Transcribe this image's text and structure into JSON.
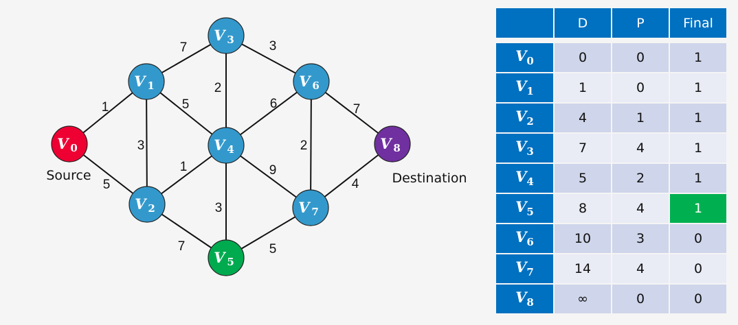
{
  "graph": {
    "nodes": [
      {
        "id": "V0",
        "label": "V",
        "sub": "0",
        "color": "#ee0033",
        "role": "source"
      },
      {
        "id": "V1",
        "label": "V",
        "sub": "1",
        "color": "#3399cc"
      },
      {
        "id": "V2",
        "label": "V",
        "sub": "2",
        "color": "#3399cc"
      },
      {
        "id": "V3",
        "label": "V",
        "sub": "3",
        "color": "#3399cc"
      },
      {
        "id": "V4",
        "label": "V",
        "sub": "4",
        "color": "#3399cc"
      },
      {
        "id": "V5",
        "label": "V",
        "sub": "5",
        "color": "#00aa4f"
      },
      {
        "id": "V6",
        "label": "V",
        "sub": "6",
        "color": "#3399cc"
      },
      {
        "id": "V7",
        "label": "V",
        "sub": "7",
        "color": "#3399cc"
      },
      {
        "id": "V8",
        "label": "V",
        "sub": "8",
        "color": "#7030a0",
        "role": "destination"
      }
    ],
    "edges": [
      {
        "from": "V0",
        "to": "V1",
        "weight": "1"
      },
      {
        "from": "V0",
        "to": "V2",
        "weight": "5"
      },
      {
        "from": "V1",
        "to": "V3",
        "weight": "7"
      },
      {
        "from": "V1",
        "to": "V2",
        "weight": "3"
      },
      {
        "from": "V1",
        "to": "V4",
        "weight": "5"
      },
      {
        "from": "V2",
        "to": "V4",
        "weight": "1"
      },
      {
        "from": "V2",
        "to": "V5",
        "weight": "7"
      },
      {
        "from": "V3",
        "to": "V4",
        "weight": "2"
      },
      {
        "from": "V3",
        "to": "V6",
        "weight": "3"
      },
      {
        "from": "V4",
        "to": "V6",
        "weight": "6"
      },
      {
        "from": "V4",
        "to": "V7",
        "weight": "9"
      },
      {
        "from": "V4",
        "to": "V5",
        "weight": "3"
      },
      {
        "from": "V5",
        "to": "V7",
        "weight": "5"
      },
      {
        "from": "V6",
        "to": "V7",
        "weight": "2"
      },
      {
        "from": "V6",
        "to": "V8",
        "weight": "7"
      },
      {
        "from": "V7",
        "to": "V8",
        "weight": "4"
      }
    ],
    "source_caption": "Source",
    "destination_caption": "Destination"
  },
  "table": {
    "headers": [
      "",
      "D",
      "P",
      "Final"
    ],
    "rows": [
      {
        "vertex": "V",
        "sub": "0",
        "D": "0",
        "P": "0",
        "Final": "1"
      },
      {
        "vertex": "V",
        "sub": "1",
        "D": "1",
        "P": "0",
        "Final": "1"
      },
      {
        "vertex": "V",
        "sub": "2",
        "D": "4",
        "P": "1",
        "Final": "1"
      },
      {
        "vertex": "V",
        "sub": "3",
        "D": "7",
        "P": "4",
        "Final": "1"
      },
      {
        "vertex": "V",
        "sub": "4",
        "D": "5",
        "P": "2",
        "Final": "1"
      },
      {
        "vertex": "V",
        "sub": "5",
        "D": "8",
        "P": "4",
        "Final": "1",
        "highlight": true
      },
      {
        "vertex": "V",
        "sub": "6",
        "D": "10",
        "P": "3",
        "Final": "0"
      },
      {
        "vertex": "V",
        "sub": "7",
        "D": "14",
        "P": "4",
        "Final": "0"
      },
      {
        "vertex": "V",
        "sub": "8",
        "D": "∞",
        "P": "0",
        "Final": "0"
      }
    ],
    "highlight_color": "#00b050",
    "header_color": "#0070c0"
  }
}
